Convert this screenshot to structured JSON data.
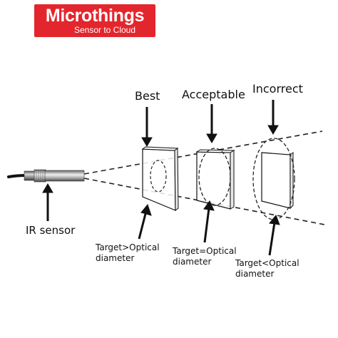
{
  "logo": {
    "brand": "Microthings",
    "tagline": "Sensor to Cloud",
    "color": "#e3262d"
  },
  "labels": {
    "best": "Best",
    "acceptable": "Acceptable",
    "incorrect": "Incorrect",
    "ir_sensor": "IR sensor"
  },
  "captions": {
    "best_line1": "Target>Optical",
    "best_line2": "diameter",
    "acceptable_line1": "Target=Optical",
    "acceptable_line2": "diameter",
    "incorrect_line1": "Target<Optical",
    "incorrect_line2": "diameter"
  }
}
